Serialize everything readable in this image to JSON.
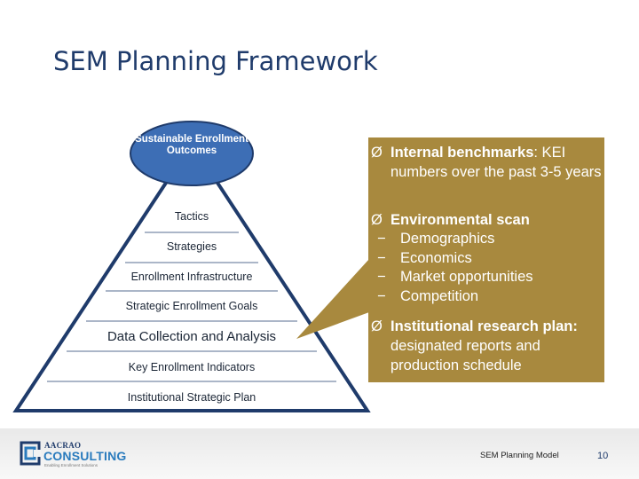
{
  "title": "SEM Planning Framework",
  "pyramid": {
    "apex": "Sustainable Enrollment Outcomes",
    "levels": [
      "Tactics",
      "Strategies",
      "Enrollment Infrastructure",
      "Strategic Enrollment Goals",
      "Data Collection and Analysis",
      "Key Enrollment Indicators",
      "Institutional Strategic Plan"
    ]
  },
  "callout": {
    "bullet_symbol": "Ø",
    "bullets": [
      {
        "strong": "Internal benchmarks",
        "rest": ": KEI numbers over the past 3-5 years"
      },
      {
        "strong": "Environmental scan",
        "rest": ""
      },
      {
        "strong": "Institutional research plan:",
        "rest": " designated reports and production schedule"
      }
    ],
    "sub_dash": "−",
    "sub_items": [
      "Demographics",
      "Economics",
      "Market opportunities",
      "Competition"
    ]
  },
  "footer": {
    "logo_small": "AACRAO",
    "logo_big": "CONSULTING",
    "logo_tagline": "Enabling Enrollment Solutions",
    "label": "SEM Planning Model",
    "page_number": "10"
  },
  "colors": {
    "title": "#1f3b6b",
    "pyramid_outline": "#1f3b6b",
    "apex_fill": "#3d6eb5",
    "callout_fill": "#a8893e"
  }
}
